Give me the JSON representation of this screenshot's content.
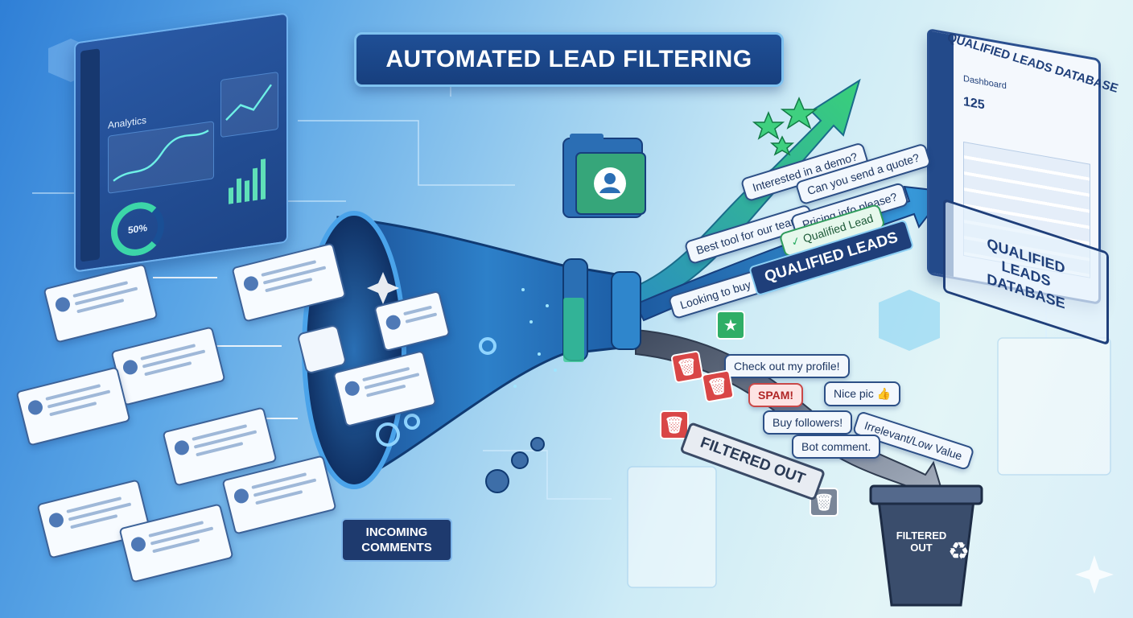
{
  "title": "AUTOMATED LEAD FILTERING",
  "analytics_panel": {
    "title": "Analytics",
    "gauge_value": "50%"
  },
  "dashboard": {
    "label": "Dashboard",
    "count": "125"
  },
  "database_label_top": "QUALIFIED LEADS DATABASE",
  "database_label_lower": "QUALIFIED LEADS DATABASE",
  "incoming_label": "INCOMING COMMENTS",
  "qualified_label": "QUALIFIED LEADS",
  "filtered_label": "FILTERED OUT",
  "bin_label": "FILTERED OUT",
  "qualified_comments": [
    "Interested in a demo?",
    "Can you send a quote?",
    "Best tool for our team!",
    "Pricing info please?",
    "Qualified Lead",
    "Looking to buy now!"
  ],
  "filtered_comments": [
    "Check out my profile!",
    "SPAM!",
    "Nice pic 👍",
    "Buy followers!",
    "Irrelevant/Low Value",
    "Bot comment."
  ],
  "icons": {
    "trash": "🗑",
    "star": "★",
    "check": "✓",
    "recycle": "♻",
    "user": "👤"
  },
  "colors": {
    "title_bg": "#1f4f96",
    "qualified_green": "#2fae66",
    "spam_red": "#d94646",
    "funnel_blue": "#1d5fa8",
    "arrow_grey": "#5f6f86"
  }
}
